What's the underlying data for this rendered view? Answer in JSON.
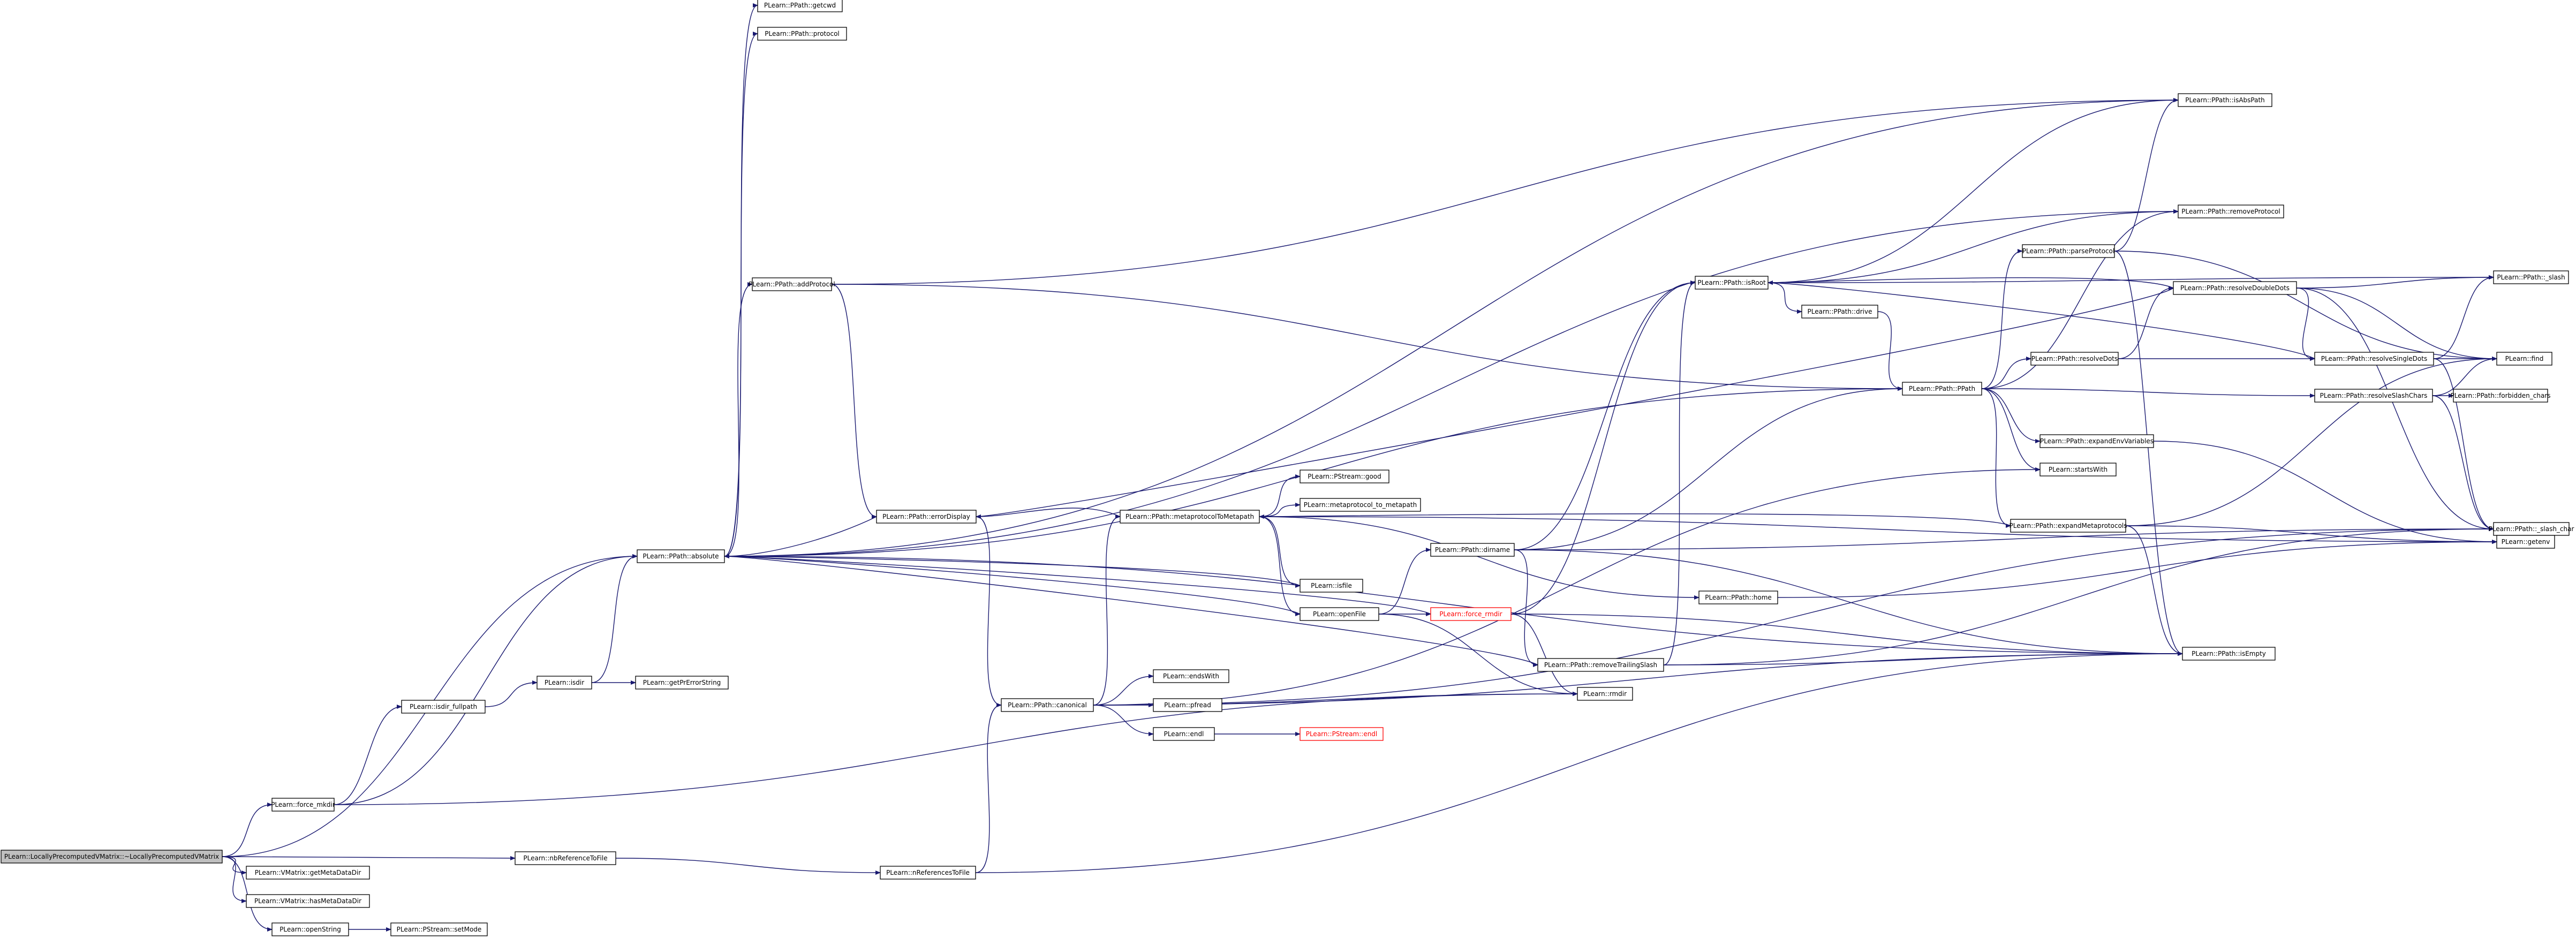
{
  "colors": {
    "edge": "#191970",
    "node_border": "#000000",
    "node_text": "#000000",
    "root_fill": "#bfbfbf",
    "truncated_border": "#ff0000",
    "truncated_text": "#ff0000",
    "node_fill": "#ffffff"
  },
  "nodes": [
    {
      "id": "n0",
      "label": "PLearn::LocallyPrecomputedVMatrix::~LocallyPrecomputedVMatrix",
      "root": true
    },
    {
      "id": "n1",
      "label": "PLearn::PPath::absolute"
    },
    {
      "id": "n2",
      "label": "PLearn::force_mkdir"
    },
    {
      "id": "n3",
      "label": "PLearn::VMatrix::getMetaDataDir"
    },
    {
      "id": "n4",
      "label": "PLearn::VMatrix::hasMetaDataDir"
    },
    {
      "id": "n5",
      "label": "PLearn::nbReferenceToFile"
    },
    {
      "id": "n6",
      "label": "PLearn::openString"
    },
    {
      "id": "n7",
      "label": "PLearn::PPath::getcwd"
    },
    {
      "id": "n8",
      "label": "PLearn::PPath::protocol"
    },
    {
      "id": "n9",
      "label": "PLearn::PPath::addProtocol"
    },
    {
      "id": "n10",
      "label": "PLearn::PPath::errorDisplay"
    },
    {
      "id": "n11",
      "label": "PLearn::isdir_fullpath"
    },
    {
      "id": "n12",
      "label": "PLearn::isdir"
    },
    {
      "id": "n13",
      "label": "PLearn::getPrErrorString"
    },
    {
      "id": "n14",
      "label": "PLearn::PPath::canonical"
    },
    {
      "id": "n15",
      "label": "PLearn::PPath::metaprotocolToMetapath"
    },
    {
      "id": "n16",
      "label": "PLearn::PStream::good"
    },
    {
      "id": "n17",
      "label": "PLearn::metaprotocol_to_metapath"
    },
    {
      "id": "n18",
      "label": "PLearn::isfile"
    },
    {
      "id": "n19",
      "label": "PLearn::openFile"
    },
    {
      "id": "n20",
      "label": "PLearn::endsWith"
    },
    {
      "id": "n21",
      "label": "PLearn::pfread"
    },
    {
      "id": "n22",
      "label": "PLearn::endl"
    },
    {
      "id": "n23",
      "label": "PLearn::PStream::endl",
      "truncated": true
    },
    {
      "id": "n24",
      "label": "PLearn::nReferencesToFile"
    },
    {
      "id": "n25",
      "label": "PLearn::PStream::setMode"
    },
    {
      "id": "n26",
      "label": "PLearn::PPath::dirname"
    },
    {
      "id": "n27",
      "label": "PLearn::force_rmdir",
      "truncated": true
    },
    {
      "id": "n28",
      "label": "PLearn::PPath::home"
    },
    {
      "id": "n29",
      "label": "PLearn::PPath::removeTrailingSlash"
    },
    {
      "id": "n30",
      "label": "PLearn::rmdir"
    },
    {
      "id": "n31",
      "label": "PLearn::PPath::isRoot"
    },
    {
      "id": "n32",
      "label": "PLearn::PPath::drive"
    },
    {
      "id": "n33",
      "label": "PLearn::PPath::PPath"
    },
    {
      "id": "n34",
      "label": "PLearn::PPath::parseProtocol"
    },
    {
      "id": "n35",
      "label": "PLearn::PPath::resolveDots"
    },
    {
      "id": "n36",
      "label": "PLearn::PPath::expandEnvVariables"
    },
    {
      "id": "n37",
      "label": "PLearn::startsWith"
    },
    {
      "id": "n38",
      "label": "PLearn::PPath::expandMetaprotocols"
    },
    {
      "id": "n39",
      "label": "PLearn::PPath::resolveDoubleDots"
    },
    {
      "id": "n40",
      "label": "PLearn::PPath::resolveSingleDots"
    },
    {
      "id": "n41",
      "label": "PLearn::PPath::resolveSlashChars"
    },
    {
      "id": "n42",
      "label": "PLearn::PPath::isAbsPath"
    },
    {
      "id": "n43",
      "label": "PLearn::PPath::removeProtocol"
    },
    {
      "id": "n44",
      "label": "PLearn::PPath::_slash"
    },
    {
      "id": "n45",
      "label": "PLearn::find"
    },
    {
      "id": "n46",
      "label": "PLearn::PPath::forbidden_chars"
    },
    {
      "id": "n47",
      "label": "PLearn::PPath::_slash_char"
    },
    {
      "id": "n48",
      "label": "PLearn::getenv"
    },
    {
      "id": "n49",
      "label": "PLearn::PPath::isEmpty"
    }
  ],
  "edges": [
    [
      "n0",
      "n1"
    ],
    [
      "n0",
      "n2"
    ],
    [
      "n0",
      "n3"
    ],
    [
      "n0",
      "n4"
    ],
    [
      "n0",
      "n5"
    ],
    [
      "n0",
      "n6"
    ],
    [
      "n1",
      "n7"
    ],
    [
      "n1",
      "n8"
    ],
    [
      "n1",
      "n9"
    ],
    [
      "n1",
      "n42"
    ],
    [
      "n1",
      "n43"
    ],
    [
      "n1",
      "n33"
    ],
    [
      "n1",
      "n49"
    ],
    [
      "n2",
      "n1"
    ],
    [
      "n2",
      "n11"
    ],
    [
      "n2",
      "n30"
    ],
    [
      "n5",
      "n24"
    ],
    [
      "n6",
      "n25"
    ],
    [
      "n9",
      "n10"
    ],
    [
      "n9",
      "n42"
    ],
    [
      "n9",
      "n33"
    ],
    [
      "n10",
      "n1"
    ],
    [
      "n10",
      "n14"
    ],
    [
      "n11",
      "n12"
    ],
    [
      "n12",
      "n1"
    ],
    [
      "n12",
      "n13"
    ],
    [
      "n14",
      "n15"
    ],
    [
      "n14",
      "n20"
    ],
    [
      "n14",
      "n21"
    ],
    [
      "n14",
      "n22"
    ],
    [
      "n14",
      "n37"
    ],
    [
      "n14",
      "n49"
    ],
    [
      "n14",
      "n47"
    ],
    [
      "n14",
      "n30"
    ],
    [
      "n15",
      "n10"
    ],
    [
      "n15",
      "n16"
    ],
    [
      "n15",
      "n17"
    ],
    [
      "n15",
      "n18"
    ],
    [
      "n15",
      "n19"
    ],
    [
      "n15",
      "n28"
    ],
    [
      "n15",
      "n48"
    ],
    [
      "n18",
      "n1"
    ],
    [
      "n19",
      "n1"
    ],
    [
      "n19",
      "n26"
    ],
    [
      "n19",
      "n27"
    ],
    [
      "n19",
      "n30"
    ],
    [
      "n22",
      "n23"
    ],
    [
      "n24",
      "n14"
    ],
    [
      "n24",
      "n49"
    ],
    [
      "n26",
      "n31"
    ],
    [
      "n26",
      "n33"
    ],
    [
      "n26",
      "n29"
    ],
    [
      "n26",
      "n47"
    ],
    [
      "n26",
      "n49"
    ],
    [
      "n27",
      "n1"
    ],
    [
      "n27",
      "n31"
    ],
    [
      "n27",
      "n30"
    ],
    [
      "n27",
      "n49"
    ],
    [
      "n28",
      "n48"
    ],
    [
      "n29",
      "n1"
    ],
    [
      "n29",
      "n31"
    ],
    [
      "n29",
      "n49"
    ],
    [
      "n29",
      "n47"
    ],
    [
      "n31",
      "n42"
    ],
    [
      "n31",
      "n43"
    ],
    [
      "n31",
      "n32"
    ],
    [
      "n31",
      "n44"
    ],
    [
      "n32",
      "n33"
    ],
    [
      "n33",
      "n34"
    ],
    [
      "n33",
      "n35"
    ],
    [
      "n33",
      "n36"
    ],
    [
      "n33",
      "n37"
    ],
    [
      "n33",
      "n38"
    ],
    [
      "n33",
      "n41"
    ],
    [
      "n33",
      "n43"
    ],
    [
      "n34",
      "n42"
    ],
    [
      "n34",
      "n45"
    ],
    [
      "n34",
      "n49"
    ],
    [
      "n35",
      "n39"
    ],
    [
      "n35",
      "n40"
    ],
    [
      "n36",
      "n48"
    ],
    [
      "n38",
      "n15"
    ],
    [
      "n38",
      "n48"
    ],
    [
      "n38",
      "n45"
    ],
    [
      "n38",
      "n49"
    ],
    [
      "n39",
      "n10"
    ],
    [
      "n39",
      "n31"
    ],
    [
      "n39",
      "n44"
    ],
    [
      "n39",
      "n45"
    ],
    [
      "n39",
      "n47"
    ],
    [
      "n39",
      "n40"
    ],
    [
      "n40",
      "n31"
    ],
    [
      "n40",
      "n44"
    ],
    [
      "n40",
      "n45"
    ],
    [
      "n40",
      "n47"
    ],
    [
      "n41",
      "n46"
    ],
    [
      "n41",
      "n47"
    ],
    [
      "n41",
      "n45"
    ]
  ]
}
